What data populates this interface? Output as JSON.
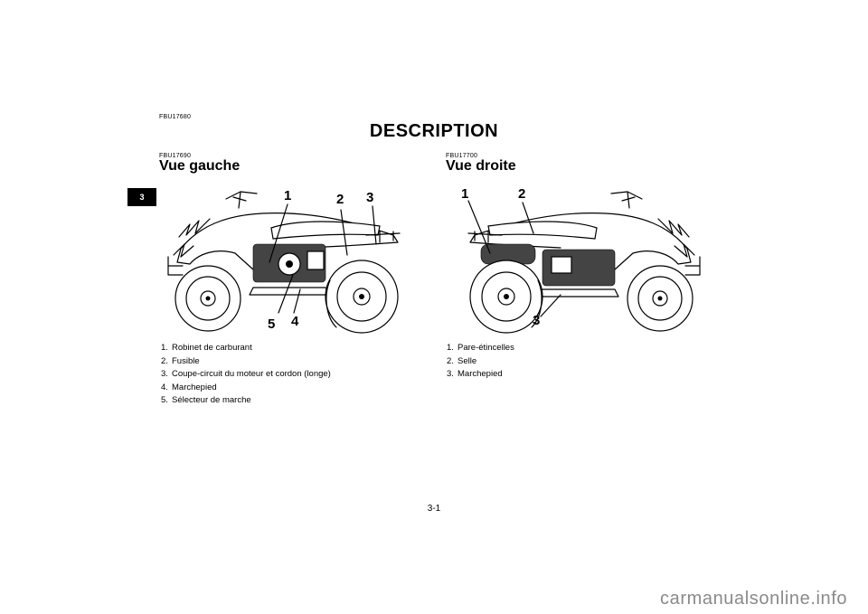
{
  "header": {
    "code": "FBU17680",
    "title": "DESCRIPTION"
  },
  "chapter_tab": "3",
  "left": {
    "code": "FBU17690",
    "heading": "Vue gauche",
    "callouts": [
      "1",
      "2",
      "3",
      "4",
      "5"
    ],
    "items": [
      {
        "num": "1.",
        "text": "Robinet de carburant"
      },
      {
        "num": "2.",
        "text": "Fusible"
      },
      {
        "num": "3.",
        "text": "Coupe-circuit du moteur et cordon (longe)"
      },
      {
        "num": "4.",
        "text": "Marchepied"
      },
      {
        "num": "5.",
        "text": "Sélecteur de marche"
      }
    ]
  },
  "right": {
    "code": "FBU17700",
    "heading": "Vue droite",
    "callouts": [
      "1",
      "2",
      "3"
    ],
    "items": [
      {
        "num": "1.",
        "text": "Pare-étincelles"
      },
      {
        "num": "2.",
        "text": "Selle"
      },
      {
        "num": "3.",
        "text": "Marchepied"
      }
    ]
  },
  "footer": {
    "page_number": "3-1",
    "watermark": "carmanualsonline.info"
  },
  "colors": {
    "text": "#000000",
    "tab_background": "#000000",
    "watermark": "#8a8a8a"
  },
  "icons": [
    "atv-left-view-illustration",
    "atv-right-view-illustration"
  ]
}
